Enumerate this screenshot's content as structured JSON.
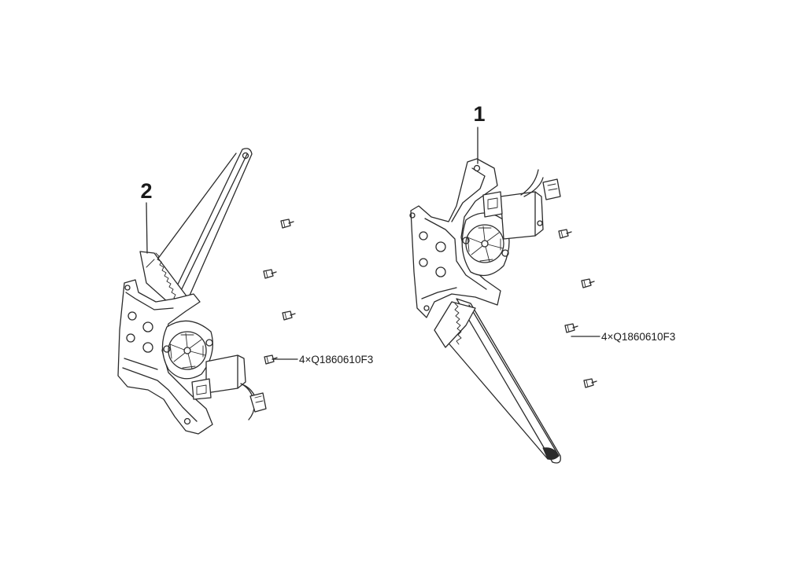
{
  "callouts": {
    "left_assembly": "2",
    "right_assembly": "1"
  },
  "fasteners": {
    "left_label": "4×Q1860610F3",
    "right_label": "4×Q1860610F3"
  },
  "colors": {
    "line": "#2b2b2b",
    "background": "#ffffff"
  }
}
